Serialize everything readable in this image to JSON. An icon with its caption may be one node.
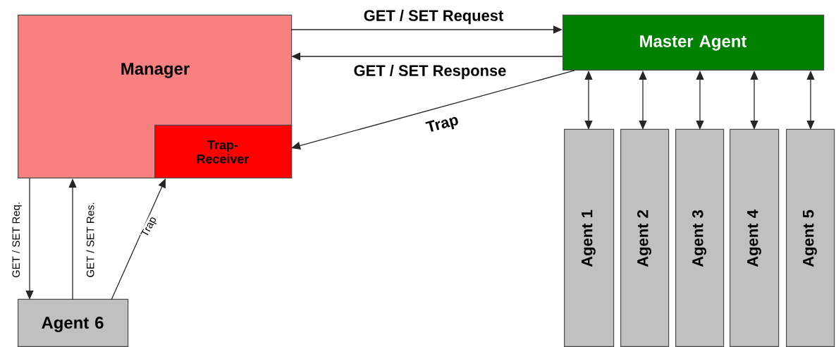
{
  "diagram": {
    "nodes": [
      {
        "text": [
          "Manager"
        ]
      },
      {
        "text": [
          "Trap- Receiver"
        ],
        "in": 0
      },
      {
        "text": [
          "Master Agent"
        ]
      },
      {
        "text": [
          "Agent 1"
        ]
      },
      {
        "text": [
          "Agent 2"
        ]
      },
      {
        "text": [
          "Agent 3"
        ]
      },
      {
        "text": [
          "Agent 4"
        ]
      },
      {
        "text": [
          "Agent 5"
        ]
      },
      {
        "text": [
          "Agent 6"
        ]
      }
    ],
    "edges": [
      {
        "from": 0,
        "to": 2,
        "arrow": "to",
        "label": "GET / SET Request"
      },
      {
        "from": 2,
        "to": 0,
        "arrow": "to",
        "label": "GET / SET Response"
      },
      {
        "from": 2,
        "to": 1,
        "arrow": "to",
        "label": "Trap"
      },
      {
        "from": 2,
        "to": 3,
        "arrow": "both"
      },
      {
        "from": 2,
        "to": 4,
        "arrow": "both"
      },
      {
        "from": 2,
        "to": 5,
        "arrow": "both"
      },
      {
        "from": 2,
        "to": 6,
        "arrow": "both"
      },
      {
        "from": 2,
        "to": 7,
        "arrow": "both"
      },
      {
        "from": 0,
        "to": 8,
        "arrow": "to",
        "label": "GET / SET Req."
      },
      {
        "from": 8,
        "to": 0,
        "arrow": "to",
        "label": "GET / SET Res."
      },
      {
        "from": 8,
        "to": 1,
        "arrow": "to",
        "label": "Trap"
      }
    ]
  }
}
